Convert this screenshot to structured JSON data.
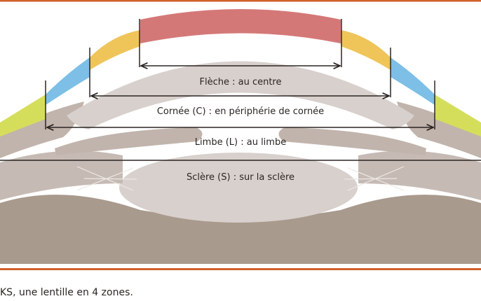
{
  "figure": {
    "labels": {
      "fleche": "Flèche : au centre",
      "cornee": "Cornée (C) : en périphérie de cornée",
      "limbe": "Limbe (L) : au limbe",
      "sclere": "Sclère (S) : sur la sclère"
    },
    "colors": {
      "frame_rule": "#d2602a",
      "zone_center": "#d47877",
      "zone_cornea": "#efc55a",
      "zone_limbus": "#7dbfe6",
      "zone_sclera": "#d5de5b",
      "tissue_light": "#ddd5d1",
      "tissue_mid": "#c6bbb4",
      "tissue_dark": "#a99a8e",
      "line": "#2b2522"
    }
  },
  "caption": "KS, une lentille en 4 zones."
}
